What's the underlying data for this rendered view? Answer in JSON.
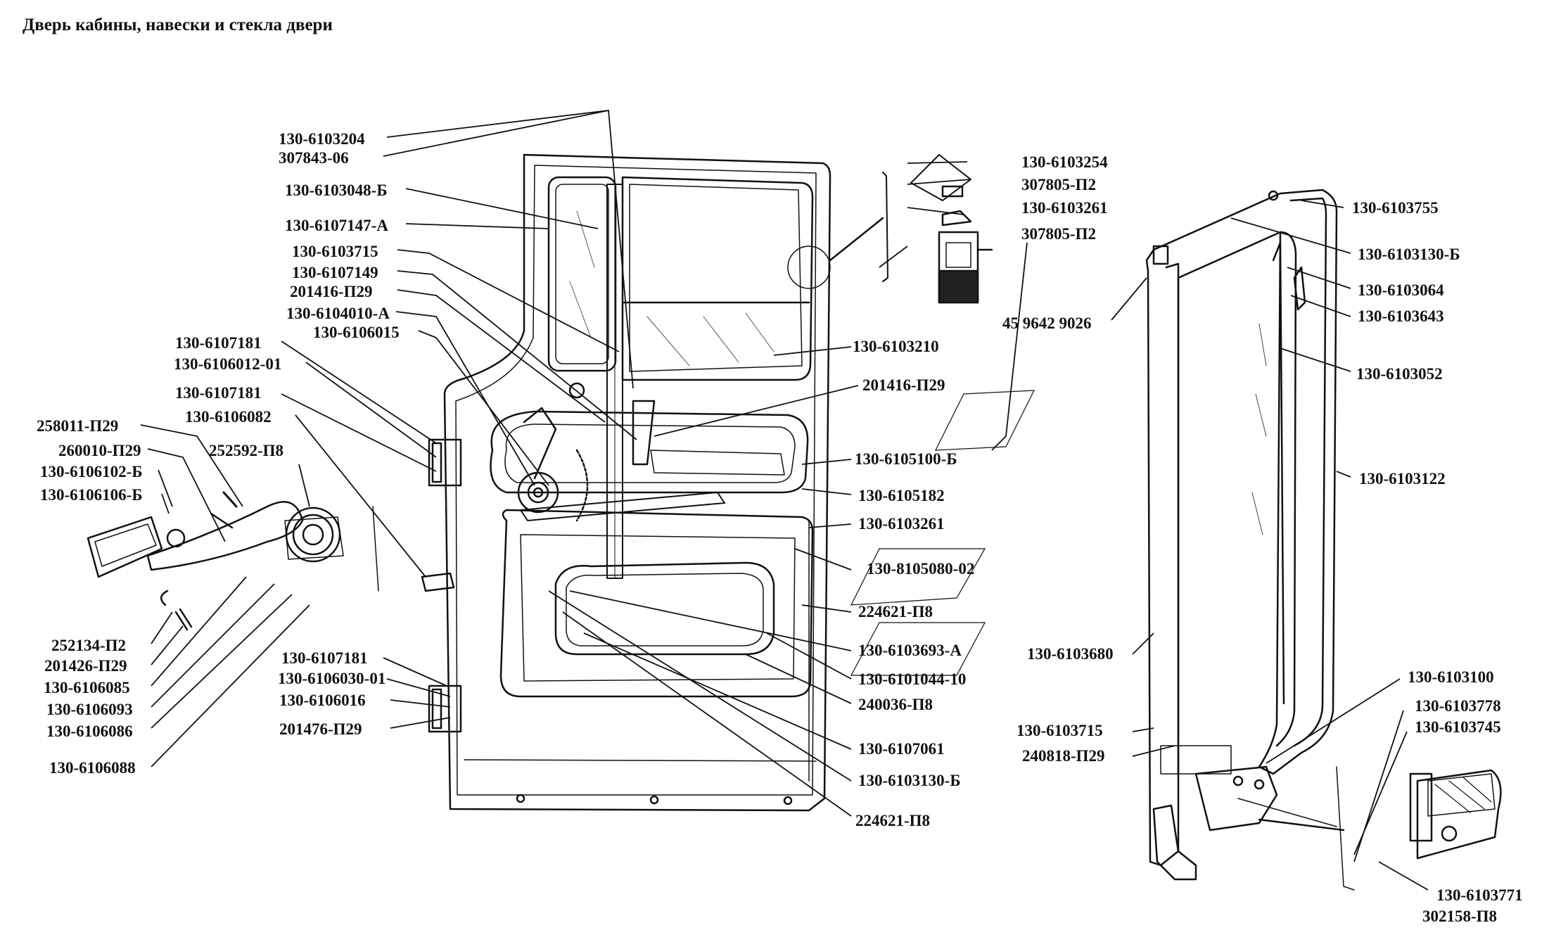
{
  "title": "Дверь кабины, навески и стекла двери",
  "labels_left": [
    "130-6103204",
    "307843-06",
    "130-6103048-Б",
    "130-6107147-А",
    "130-6103715",
    "130-6107149",
    "201416-П29",
    "130-6104010-А",
    "130-6106015",
    "130-6107181",
    "130-6106012-01",
    "130-6107181",
    "130-6106082",
    "258011-П29",
    "260010-П29",
    "252592-П8",
    "130-6106102-Б",
    "130-6106106-Б",
    "252134-П2",
    "201426-П29",
    "130-6106085",
    "130-6106093",
    "130-6106086",
    "130-6106088",
    "130-6107181",
    "130-6106030-01",
    "130-6106016",
    "201476-П29"
  ],
  "labels_center": [
    "130-6103254",
    "307805-П2",
    "130-6103261",
    "307805-П2",
    "130-6103210",
    "201416-П29",
    "130-6105100-Б",
    "130-6105182",
    "130-6103261",
    "130-8105080-02",
    "224621-П8",
    "130-6103693-А",
    "130-6101044-10",
    "240036-П8",
    "130-6107061",
    "130-6103130-Б",
    "224621-П8"
  ],
  "labels_right": [
    "130-6103755",
    "130-6103130-Б",
    "130-6103064",
    "130-6103643",
    "45 9642 9026",
    "130-6103052",
    "130-6103122",
    "130-6103680",
    "130-6103100",
    "130-6103778",
    "130-6103745",
    "130-6103715",
    "240818-П29",
    "130-6103771",
    "302158-П8"
  ]
}
